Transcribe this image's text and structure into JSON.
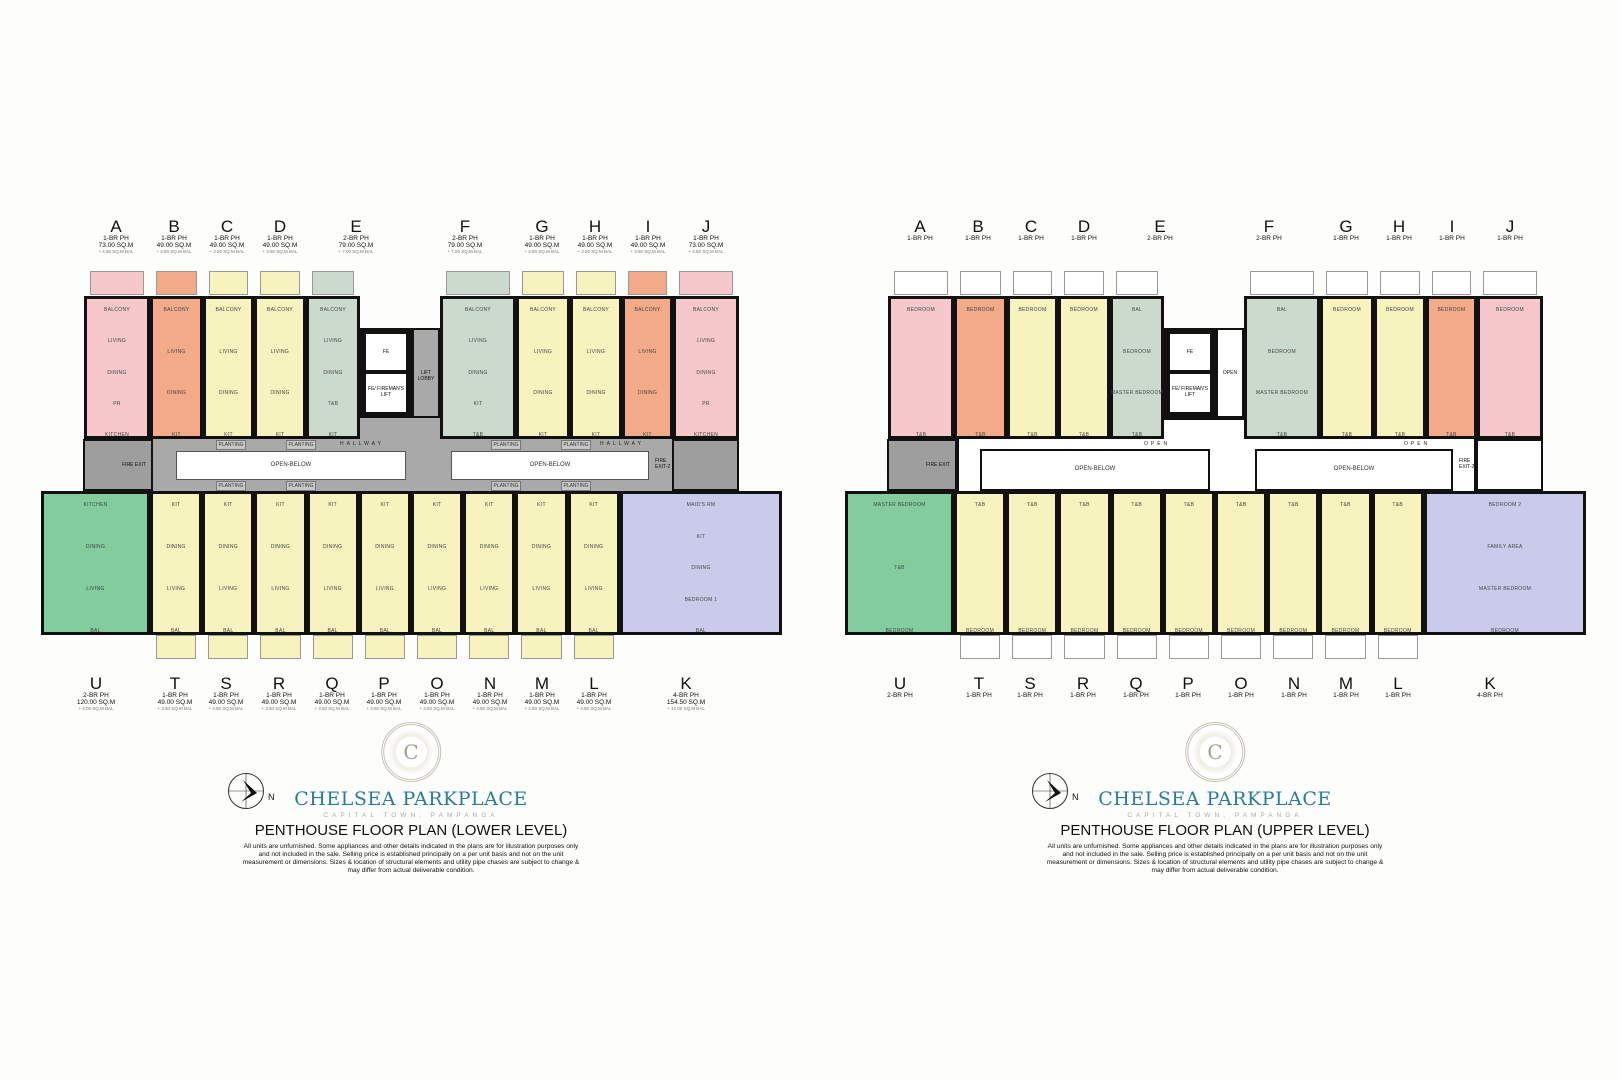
{
  "brand": {
    "name": "CHELSEA PARKPLACE",
    "subtitle": "CAPITAL TOWN, PAMPANGA",
    "logo_letter": "C"
  },
  "compass_label": "N",
  "disclaimer": "All units are unfurnished. Some appliances and other details indicated in the plans are for illustration purposes only and not included in the sale. Selling price is established principally on a per unit basis and not on the unit measurement or dimensions. Sizes & location of structural elements and utility pipe chases are subject to change & may differ from actual deliverable condition.",
  "colors": {
    "pink": "#f6c8cb",
    "orange": "#f3aa88",
    "yellow": "#f7f3bf",
    "sage": "#ccdacd",
    "green": "#82cc9e",
    "lavender": "#cacbea",
    "hall": "#a9a9a9"
  },
  "plans": [
    {
      "title": "PENTHOUSE FLOOR PLAN (LOWER LEVEL)",
      "level": "lower",
      "hall_labels": [
        "HALLWAY",
        "HALLWAY"
      ],
      "open_below": "OPEN-BELOW",
      "planting": "PLANTING",
      "fire_exit": [
        "FIRE EXIT",
        "FIRE EXIT-2"
      ],
      "core": {
        "lift1": "FE",
        "lift2": "FE/ FIREMAN'S LIFT",
        "lobby": "LIFT LOBBY"
      },
      "top_units": [
        {
          "id": "A",
          "type": "1-BR PH",
          "area": "73.00 SQ.M",
          "bal": "+ 4.50 SQ.M BAL",
          "color": "pink",
          "rooms": [
            "BALCONY",
            "LIVING",
            "DINING",
            "PR",
            "KITCHEN"
          ]
        },
        {
          "id": "B",
          "type": "1-BR PH",
          "area": "49.00 SQ.M",
          "bal": "+ 3.50 SQ.M BAL",
          "color": "orange",
          "rooms": [
            "BALCONY",
            "LIVING",
            "DINING",
            "KIT"
          ]
        },
        {
          "id": "C",
          "type": "1-BR PH",
          "area": "49.00 SQ.M",
          "bal": "+ 3.50 SQ.M BAL",
          "color": "yellow",
          "rooms": [
            "BALCONY",
            "LIVING",
            "DINING",
            "KIT"
          ]
        },
        {
          "id": "D",
          "type": "1-BR PH",
          "area": "49.00 SQ.M",
          "bal": "+ 3.50 SQ.M BAL",
          "color": "yellow",
          "rooms": [
            "BALCONY",
            "LIVING",
            "DINING",
            "KIT"
          ]
        },
        {
          "id": "E",
          "type": "2-BR PH",
          "area": "79.00 SQ.M",
          "bal": "+ 7.00 SQ.M BAL",
          "color": "sage",
          "rooms": [
            "BALCONY",
            "LIVING",
            "DINING",
            "T&B",
            "KIT"
          ]
        },
        {
          "id": "F",
          "type": "2-BR PH",
          "area": "79.00 SQ.M",
          "bal": "+ 7.00 SQ.M BAL",
          "color": "sage",
          "rooms": [
            "BALCONY",
            "LIVING",
            "DINING",
            "KIT",
            "T&B"
          ]
        },
        {
          "id": "G",
          "type": "1-BR PH",
          "area": "49.00 SQ.M",
          "bal": "+ 3.50 SQ.M BAL",
          "color": "yellow",
          "rooms": [
            "BALCONY",
            "LIVING",
            "DINING",
            "KIT"
          ]
        },
        {
          "id": "H",
          "type": "1-BR PH",
          "area": "49.00 SQ.M",
          "bal": "+ 3.50 SQ.M BAL",
          "color": "yellow",
          "rooms": [
            "BALCONY",
            "LIVING",
            "DINING",
            "KIT"
          ]
        },
        {
          "id": "I",
          "type": "1-BR PH",
          "area": "49.00 SQ.M",
          "bal": "+ 3.50 SQ.M BAL",
          "color": "orange",
          "rooms": [
            "BALCONY",
            "LIVING",
            "DINING",
            "KIT"
          ]
        },
        {
          "id": "J",
          "type": "1-BR PH",
          "area": "73.00 SQ.M",
          "bal": "+ 4.50 SQ.M BAL",
          "color": "pink",
          "rooms": [
            "BALCONY",
            "LIVING",
            "DINING",
            "PR",
            "KITCHEN"
          ]
        }
      ],
      "bottom_units": [
        {
          "id": "U",
          "type": "2-BR PH",
          "area": "120.00 SQ.M",
          "bal": "+ 4.00 SQ.M BAL",
          "color": "green",
          "rooms": [
            "KITCHEN",
            "DINING",
            "LIVING",
            "BAL"
          ]
        },
        {
          "id": "T",
          "type": "1-BR PH",
          "area": "49.00 SQ.M",
          "bal": "+ 3.50 SQ.M BAL",
          "color": "yellow",
          "rooms": [
            "KIT",
            "DINING",
            "LIVING",
            "BAL"
          ]
        },
        {
          "id": "S",
          "type": "1-BR PH",
          "area": "49.00 SQ.M",
          "bal": "+ 3.50 SQ.M BAL",
          "color": "yellow",
          "rooms": [
            "KIT",
            "DINING",
            "LIVING",
            "BAL"
          ]
        },
        {
          "id": "R",
          "type": "1-BR PH",
          "area": "49.00 SQ.M",
          "bal": "+ 3.50 SQ.M BAL",
          "color": "yellow",
          "rooms": [
            "KIT",
            "DINING",
            "LIVING",
            "BAL"
          ]
        },
        {
          "id": "Q",
          "type": "1-BR PH",
          "area": "49.00 SQ.M",
          "bal": "+ 3.50 SQ.M BAL",
          "color": "yellow",
          "rooms": [
            "KIT",
            "DINING",
            "LIVING",
            "BAL"
          ]
        },
        {
          "id": "P",
          "type": "1-BR PH",
          "area": "49.00 SQ.M",
          "bal": "+ 3.50 SQ.M BAL",
          "color": "yellow",
          "rooms": [
            "KIT",
            "DINING",
            "LIVING",
            "BAL"
          ]
        },
        {
          "id": "O",
          "type": "1-BR PH",
          "area": "49.00 SQ.M",
          "bal": "+ 3.50 SQ.M BAL",
          "color": "yellow",
          "rooms": [
            "KIT",
            "DINING",
            "LIVING",
            "BAL"
          ]
        },
        {
          "id": "N",
          "type": "1-BR PH",
          "area": "49.00 SQ.M",
          "bal": "+ 3.50 SQ.M BAL",
          "color": "yellow",
          "rooms": [
            "KIT",
            "DINING",
            "LIVING",
            "BAL"
          ]
        },
        {
          "id": "M",
          "type": "1-BR PH",
          "area": "49.00 SQ.M",
          "bal": "+ 3.50 SQ.M BAL",
          "color": "yellow",
          "rooms": [
            "KIT",
            "DINING",
            "LIVING",
            "BAL"
          ]
        },
        {
          "id": "L",
          "type": "1-BR PH",
          "area": "49.00 SQ.M",
          "bal": "+ 3.50 SQ.M BAL",
          "color": "yellow",
          "rooms": [
            "KIT",
            "DINING",
            "LIVING",
            "BAL"
          ]
        },
        {
          "id": "K",
          "type": "4-BR PH",
          "area": "154.50 SQ.M",
          "bal": "+ 10.00 SQ.M BAL",
          "color": "lavender",
          "rooms": [
            "MAID'S RM",
            "KIT",
            "DINING",
            "BEDROOM 1",
            "BAL"
          ]
        }
      ]
    },
    {
      "title": "PENTHOUSE FLOOR PLAN (UPPER LEVEL)",
      "level": "upper",
      "hall_labels": [
        "OPEN",
        "OPEN"
      ],
      "open_below": "OPEN-BELOW",
      "planting": "",
      "fire_exit": [
        "FIRE EXIT",
        "FIRE EXIT-2"
      ],
      "core": {
        "lift1": "FE",
        "lift2": "FE/ FIREMAN'S LIFT",
        "lobby": "OPEN"
      },
      "top_units": [
        {
          "id": "A",
          "type": "1-BR PH",
          "color": "pink",
          "rooms": [
            "BEDROOM",
            "T&B"
          ]
        },
        {
          "id": "B",
          "type": "1-BR PH",
          "color": "orange",
          "rooms": [
            "BEDROOM",
            "T&B"
          ]
        },
        {
          "id": "C",
          "type": "1-BR PH",
          "color": "yellow",
          "rooms": [
            "BEDROOM",
            "T&B"
          ]
        },
        {
          "id": "D",
          "type": "1-BR PH",
          "color": "yellow",
          "rooms": [
            "BEDROOM",
            "T&B"
          ]
        },
        {
          "id": "E",
          "type": "2-BR PH",
          "color": "sage",
          "rooms": [
            "BAL",
            "BEDROOM",
            "MASTER BEDROOM",
            "T&B"
          ]
        },
        {
          "id": "F",
          "type": "2-BR PH",
          "color": "sage",
          "rooms": [
            "BAL",
            "BEDROOM",
            "MASTER BEDROOM",
            "T&B"
          ]
        },
        {
          "id": "G",
          "type": "1-BR PH",
          "color": "yellow",
          "rooms": [
            "BEDROOM",
            "T&B"
          ]
        },
        {
          "id": "H",
          "type": "1-BR PH",
          "color": "yellow",
          "rooms": [
            "BEDROOM",
            "T&B"
          ]
        },
        {
          "id": "I",
          "type": "1-BR PH",
          "color": "orange",
          "rooms": [
            "BEDROOM",
            "T&B"
          ]
        },
        {
          "id": "J",
          "type": "1-BR PH",
          "color": "pink",
          "rooms": [
            "BEDROOM",
            "T&B"
          ]
        }
      ],
      "bottom_units": [
        {
          "id": "U",
          "type": "2-BR PH",
          "color": "green",
          "rooms": [
            "MASTER BEDROOM",
            "T&B",
            "BEDROOM"
          ]
        },
        {
          "id": "T",
          "type": "1-BR PH",
          "color": "yellow",
          "rooms": [
            "T&B",
            "BEDROOM"
          ]
        },
        {
          "id": "S",
          "type": "1-BR PH",
          "color": "yellow",
          "rooms": [
            "T&B",
            "BEDROOM"
          ]
        },
        {
          "id": "R",
          "type": "1-BR PH",
          "color": "yellow",
          "rooms": [
            "T&B",
            "BEDROOM"
          ]
        },
        {
          "id": "Q",
          "type": "1-BR PH",
          "color": "yellow",
          "rooms": [
            "T&B",
            "BEDROOM"
          ]
        },
        {
          "id": "P",
          "type": "1-BR PH",
          "color": "yellow",
          "rooms": [
            "T&B",
            "BEDROOM"
          ]
        },
        {
          "id": "O",
          "type": "1-BR PH",
          "color": "yellow",
          "rooms": [
            "T&B",
            "BEDROOM"
          ]
        },
        {
          "id": "N",
          "type": "1-BR PH",
          "color": "yellow",
          "rooms": [
            "T&B",
            "BEDROOM"
          ]
        },
        {
          "id": "M",
          "type": "1-BR PH",
          "color": "yellow",
          "rooms": [
            "T&B",
            "BEDROOM"
          ]
        },
        {
          "id": "L",
          "type": "1-BR PH",
          "color": "yellow",
          "rooms": [
            "T&B",
            "BEDROOM"
          ]
        },
        {
          "id": "K",
          "type": "4-BR PH",
          "color": "lavender",
          "rooms": [
            "BEDROOM 2",
            "FAMILY AREA",
            "MASTER BEDROOM",
            "BEDROOM"
          ]
        }
      ]
    }
  ]
}
